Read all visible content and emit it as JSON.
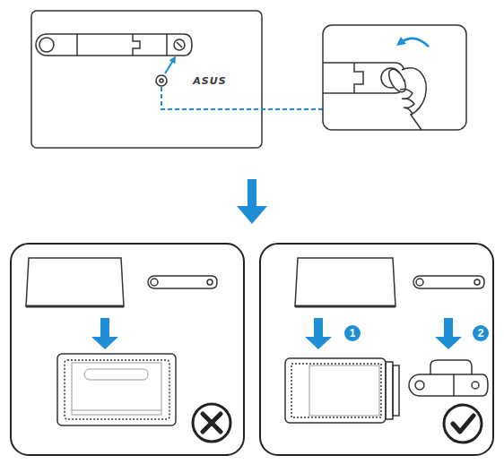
{
  "diagram": {
    "labels": [
      "ASUS",
      "1",
      "2"
    ]
  }
}
